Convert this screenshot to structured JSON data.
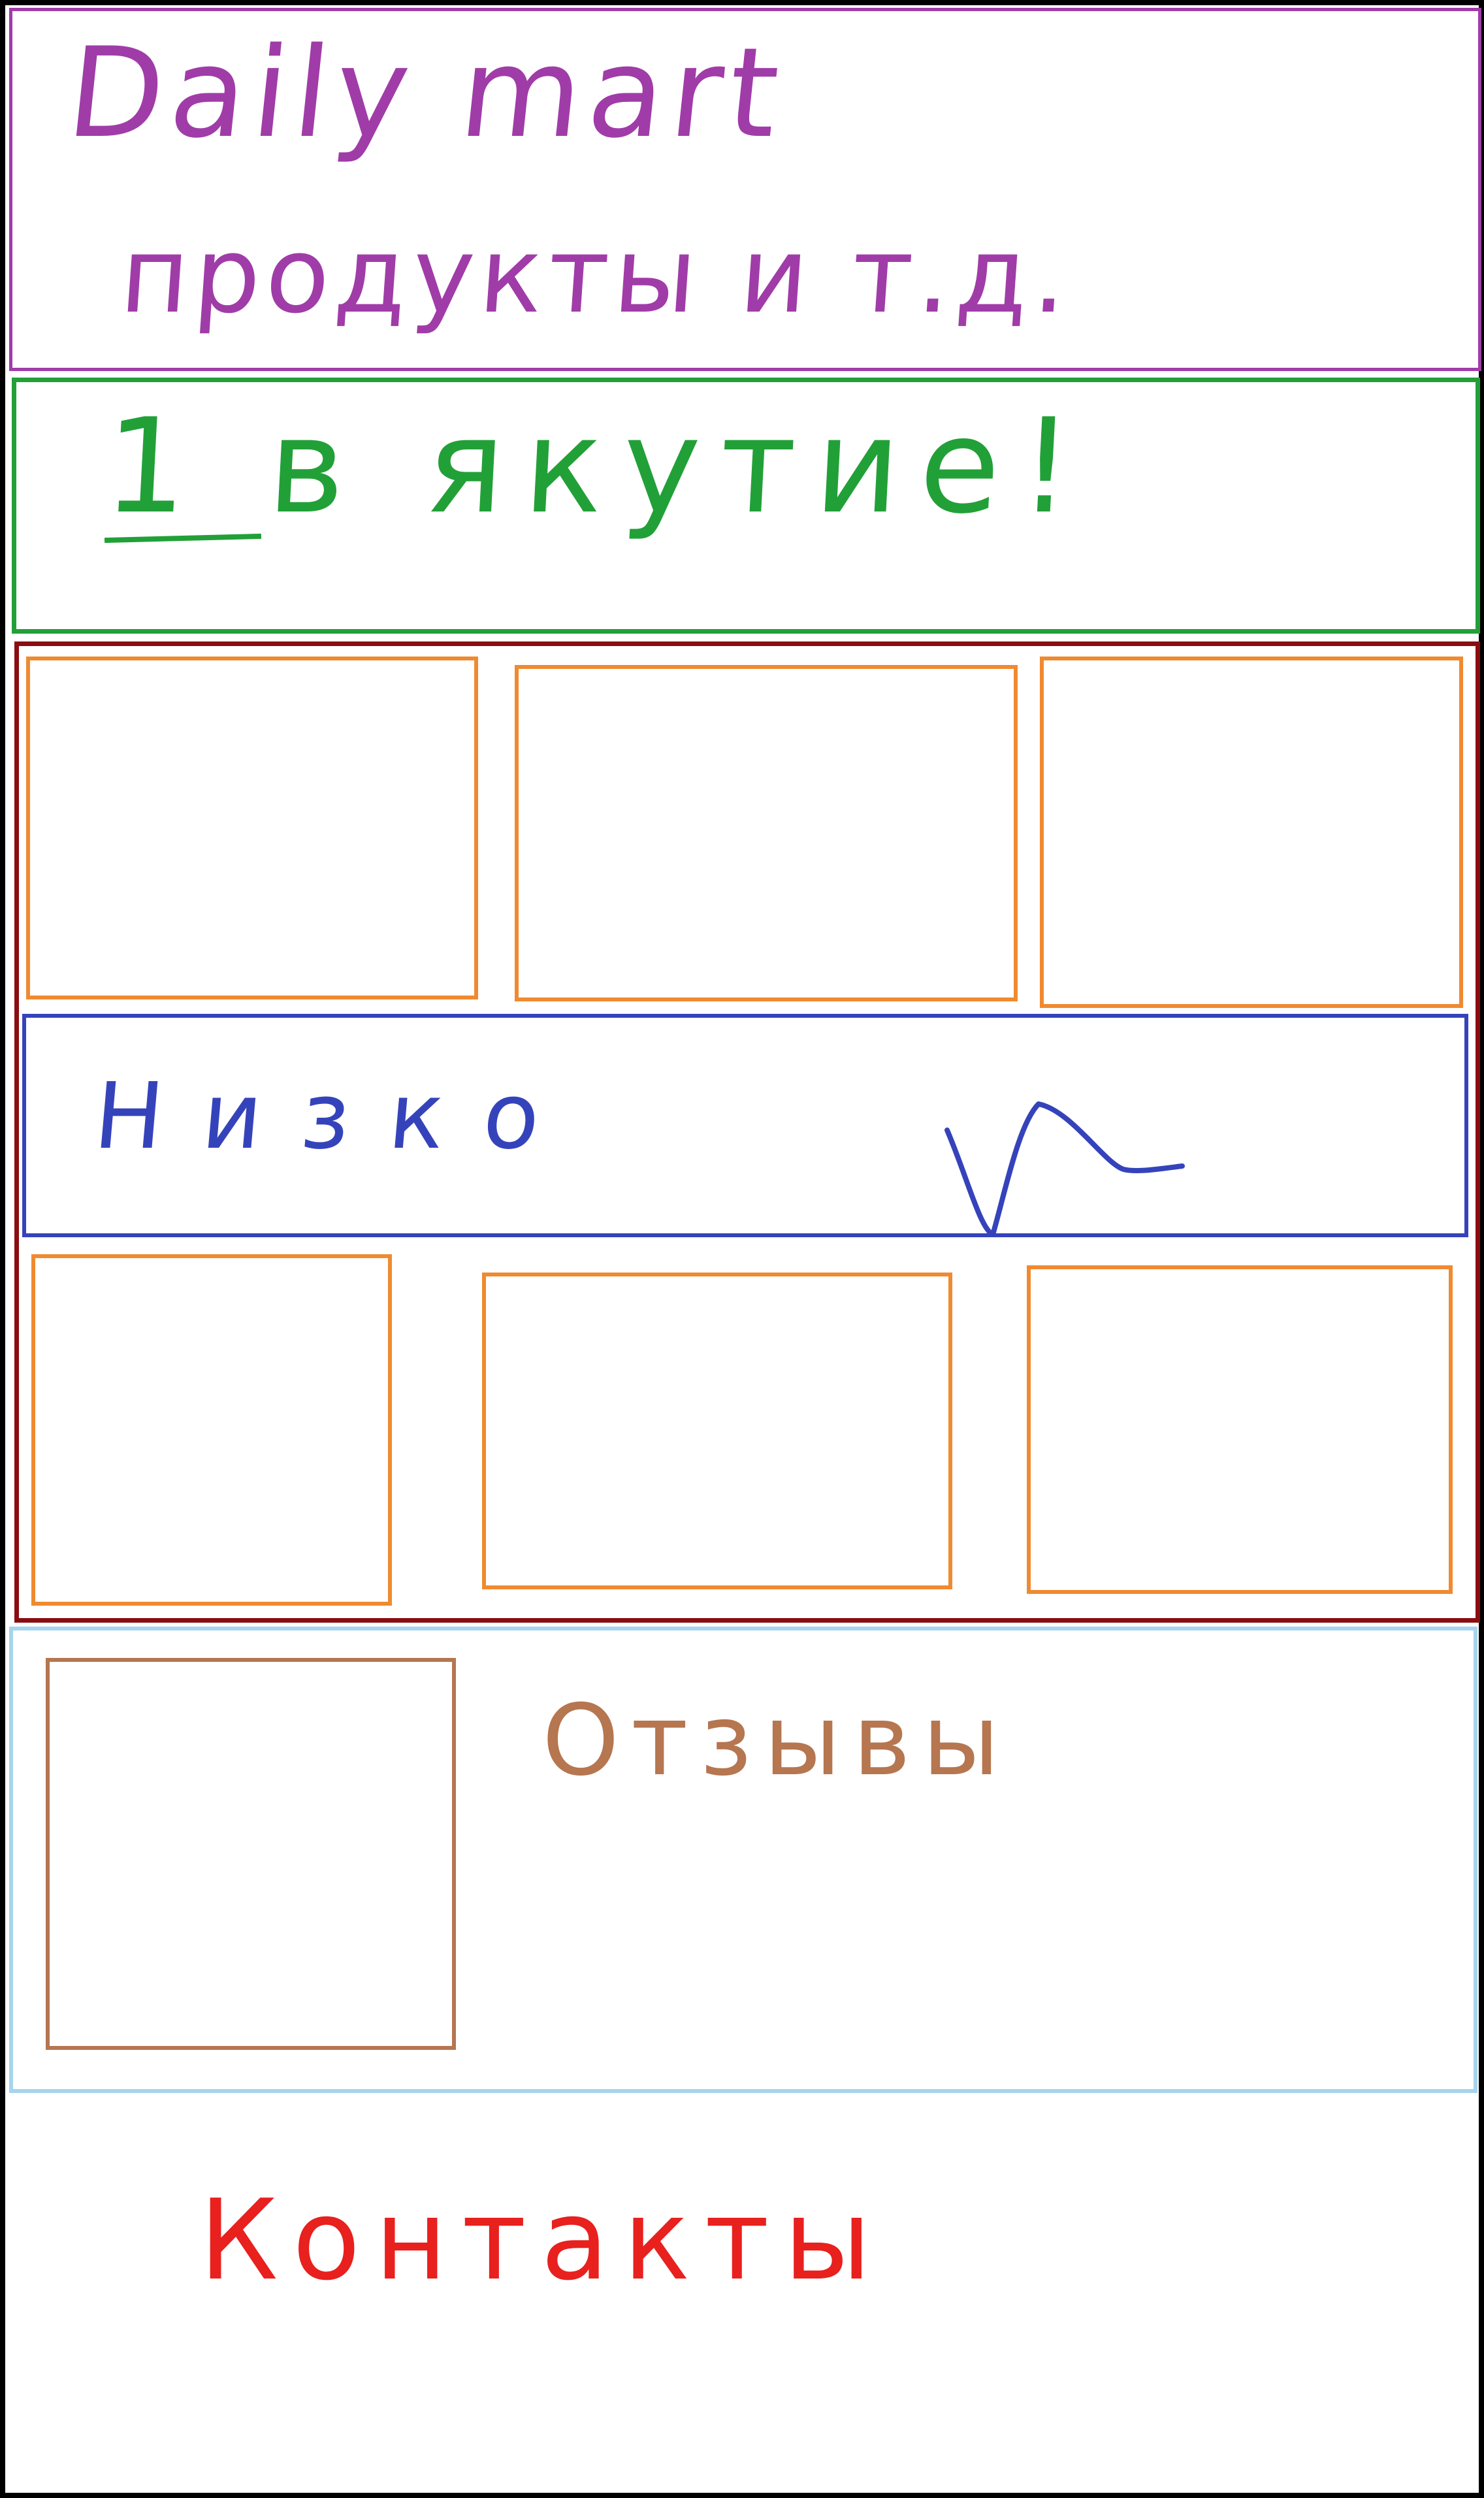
{
  "header": {
    "title": "Daily mart",
    "tagline": "продукты и т.д."
  },
  "hero": {
    "text": "1 в якутие!"
  },
  "products": {
    "cards_top": [
      "",
      "",
      ""
    ],
    "banner_text": "Низко",
    "banner_icon": "check-mark-icon",
    "cards_bottom": [
      "",
      "",
      ""
    ]
  },
  "reviews": {
    "title": "Отзывы"
  },
  "contacts": {
    "title": "Контакты"
  },
  "colors": {
    "header": "#a03ca8",
    "hero": "#22a038",
    "products_border": "#8a0d10",
    "product_card": "#f08a30",
    "mid_banner": "#3543bb",
    "reviews_border": "#a6d4ec",
    "reviews_accent": "#b57650",
    "contacts": "#e8201e",
    "page_border": "#000000"
  }
}
